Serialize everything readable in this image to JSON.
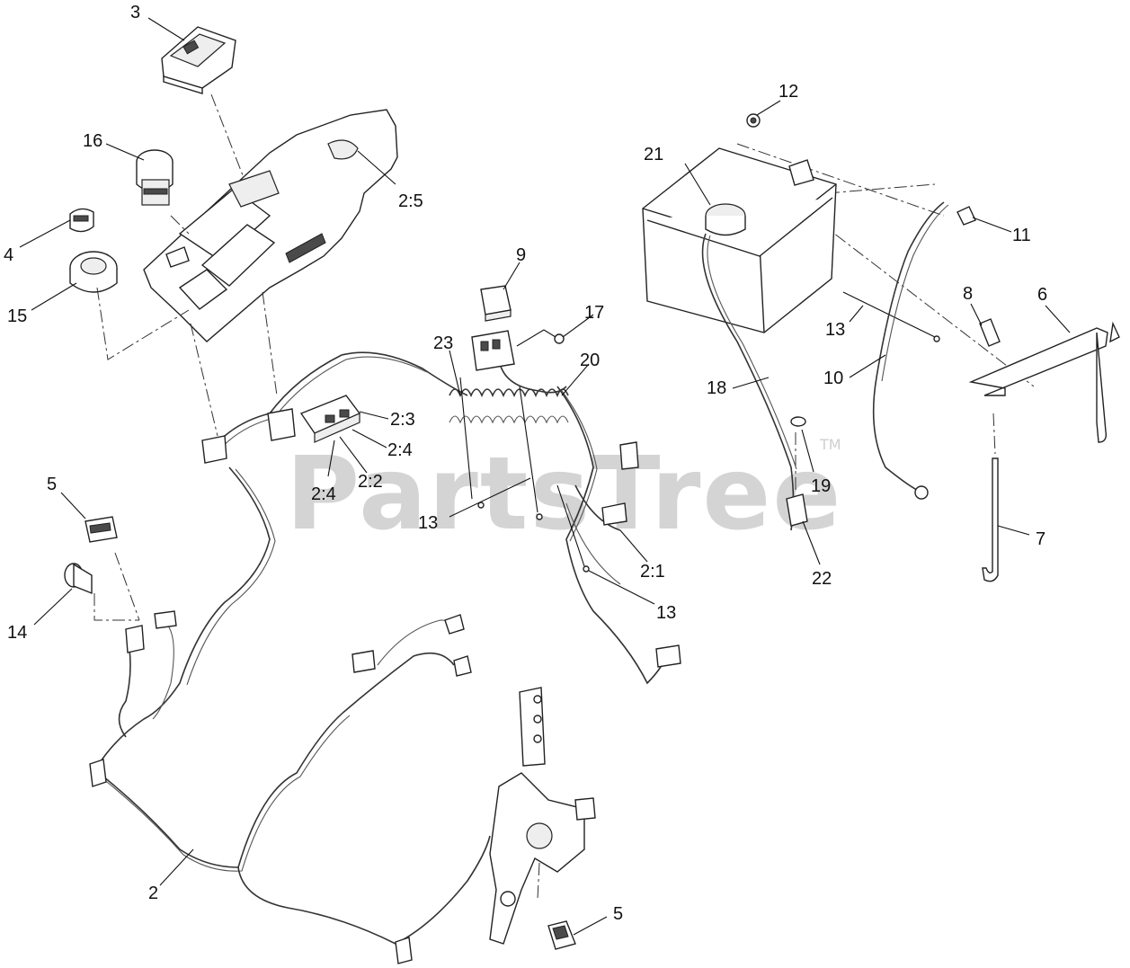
{
  "diagram": {
    "watermark": "PartsTree",
    "trademark": "TM",
    "callouts": [
      {
        "id": "c3",
        "label": "3"
      },
      {
        "id": "c16",
        "label": "16"
      },
      {
        "id": "c2-5",
        "label": "2:5"
      },
      {
        "id": "c4",
        "label": "4"
      },
      {
        "id": "c15",
        "label": "15"
      },
      {
        "id": "c5-top",
        "label": "5"
      },
      {
        "id": "c14",
        "label": "14"
      },
      {
        "id": "c2",
        "label": "2"
      },
      {
        "id": "c5-bottom",
        "label": "5"
      },
      {
        "id": "c9",
        "label": "9"
      },
      {
        "id": "c17",
        "label": "17"
      },
      {
        "id": "c23",
        "label": "23"
      },
      {
        "id": "c20",
        "label": "20"
      },
      {
        "id": "c2-3",
        "label": "2:3"
      },
      {
        "id": "c2-4a",
        "label": "2:4"
      },
      {
        "id": "c2-2",
        "label": "2:2"
      },
      {
        "id": "c2-4b",
        "label": "2:4"
      },
      {
        "id": "c13-left",
        "label": "13"
      },
      {
        "id": "c2-1",
        "label": "2:1"
      },
      {
        "id": "c13-lower",
        "label": "13"
      },
      {
        "id": "c12",
        "label": "12"
      },
      {
        "id": "c21",
        "label": "21"
      },
      {
        "id": "c11",
        "label": "11"
      },
      {
        "id": "c8",
        "label": "8"
      },
      {
        "id": "c6",
        "label": "6"
      },
      {
        "id": "c13-right",
        "label": "13"
      },
      {
        "id": "c10",
        "label": "10"
      },
      {
        "id": "c18",
        "label": "18"
      },
      {
        "id": "c19",
        "label": "19"
      },
      {
        "id": "c22",
        "label": "22"
      },
      {
        "id": "c7",
        "label": "7"
      }
    ]
  }
}
